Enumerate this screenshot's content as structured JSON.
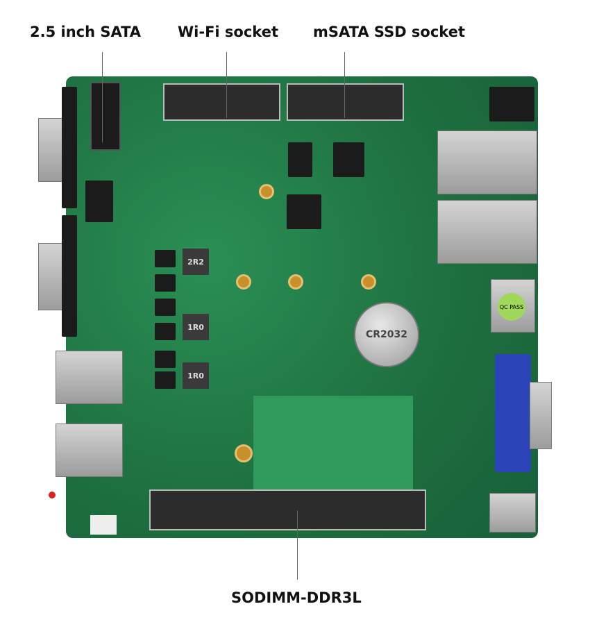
{
  "labels": {
    "sata": "2.5 inch SATA",
    "wifi": "Wi-Fi socket",
    "msata": "mSATA SSD socket",
    "sodimm": "SODIMM-DDR3L"
  },
  "board_markings": {
    "inductor_1": "2R2",
    "inductor_2": "1R0",
    "inductor_3": "1R0",
    "battery": "CR2032",
    "qc": "QC PASS"
  },
  "colors": {
    "board": "#1f7a45",
    "vga": "#2b45b8",
    "standoff": "#c8902a"
  }
}
